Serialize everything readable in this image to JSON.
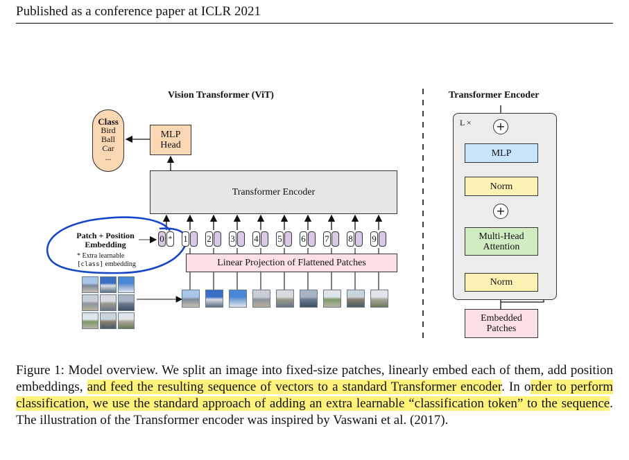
{
  "header": "Published as a conference paper at ICLR 2021",
  "vit": {
    "title": "Vision Transformer (ViT)",
    "class_box": {
      "title": "Class",
      "items": [
        "Bird",
        "Ball",
        "Car",
        "..."
      ]
    },
    "mlp_head": "MLP\nHead",
    "encoder_label": "Transformer Encoder",
    "projection_label": "Linear Projection of Flattened Patches",
    "patch_embedding_label": "Patch + Position\nEmbedding",
    "note_prefix": "* Extra learnable",
    "note_code": "[class]",
    "note_suffix": "embedding",
    "tokens": [
      "0*",
      "1",
      "2",
      "3",
      "4",
      "5",
      "6",
      "7",
      "8",
      "9"
    ]
  },
  "encoder": {
    "title": "Transformer Encoder",
    "repeat_label": "L ×",
    "mlp": "MLP",
    "norm_top": "Norm",
    "attention": "Multi-Head\nAttention",
    "norm_bottom": "Norm",
    "input": "Embedded\nPatches",
    "plus": "+"
  },
  "colors": {
    "orange": "#fbd7b3",
    "gray": "#e6e6e6",
    "pink": "#fde0e4",
    "yellow": "#fdf2b3",
    "blue": "#c7e4f8",
    "green": "#d2ecc1",
    "purple": "#d9c8e6",
    "annotation_blue": "#1646c8",
    "highlight": "#fff27a"
  },
  "caption": {
    "p1": "Figure 1: Model overview. We split an image into fixed-size patches, linearly embed each of them, add position embeddings, ",
    "h1": "and feed the resulting sequence of vectors to a standard Transformer encoder",
    "p2": ". In o",
    "h2": "rder to perform classification, we use the standard approach of adding an extra learnable “classification token” to the sequence",
    "p3": ". The illustration of the Transformer encoder was inspired by Vaswani et al. (2017)."
  }
}
